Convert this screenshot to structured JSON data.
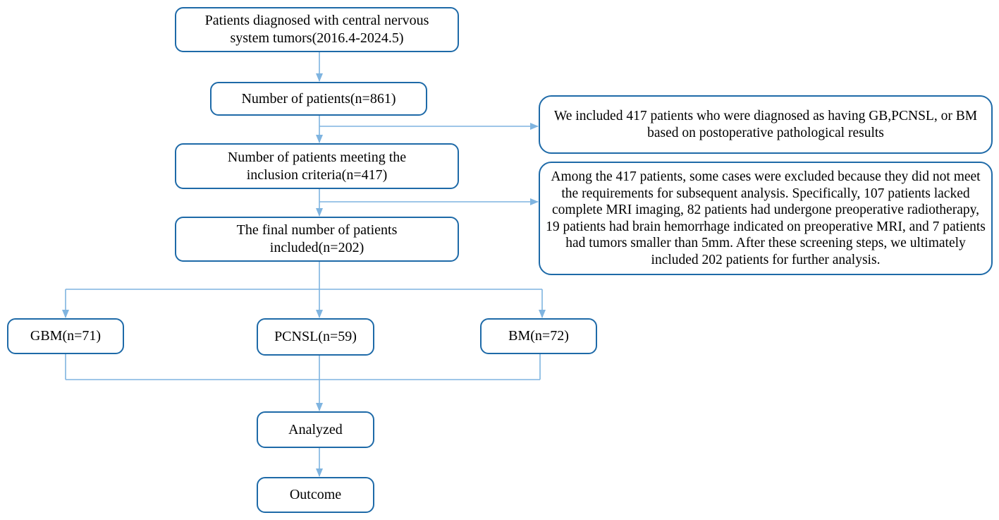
{
  "diagram": {
    "colors": {
      "box_border": "#1e6aa8",
      "connector": "#7fb4e0",
      "text": "#000000",
      "background": "#ffffff"
    },
    "nodes": {
      "diagnosed": "Patients diagnosed with central nervous system tumors(2016.4-2024.5)",
      "total": "Number of patients(n=861)",
      "inclusion": "Number of patients meeting the inclusion criteria(n=417)",
      "final": "The final number of patients included(n=202)",
      "gbm": "GBM(n=71)",
      "pcnsl": "PCNSL(n=59)",
      "bm": "BM(n=72)",
      "analyzed": "Analyzed",
      "outcome": "Outcome"
    },
    "notes": {
      "inclusion_note": "We included 417 patients who were diagnosed as having GB,PCNSL, or BM based on postoperative pathological results",
      "exclusion_note": "Among the 417 patients, some cases were excluded because they did not meet the requirements for subsequent analysis. Specifically, 107 patients lacked complete MRI imaging, 82 patients had undergone preoperative radiotherapy, 19 patients had brain hemorrhage indicated on preoperative MRI, and 7 patients had tumors smaller than 5mm. After these screening steps, we ultimately included 202 patients for further analysis."
    }
  }
}
